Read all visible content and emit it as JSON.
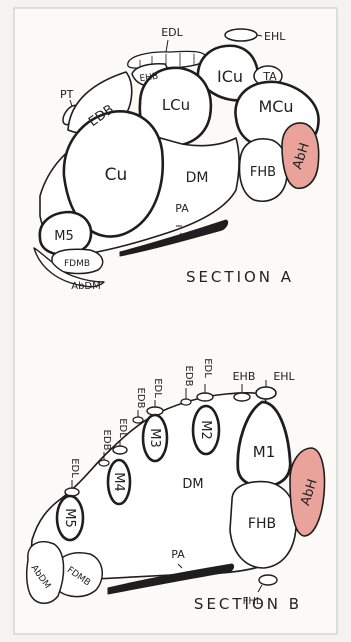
{
  "colors": {
    "page": "#f4f3ef",
    "panel": "#fbfaf6",
    "ink": "#1e1e1e",
    "highlight": "#e9a39a",
    "border": "#bfbfbf"
  },
  "section_a": {
    "caption": "SECTION A",
    "labels": {
      "edl": "EDL",
      "ehl": "EHL",
      "pt": "PT",
      "edb": "EDB",
      "ehb": "EHB",
      "icu": "ICu",
      "ta": "TA",
      "lcu": "LCu",
      "mcu": "MCu",
      "cu": "Cu",
      "dm": "DM",
      "fhb": "FHB",
      "abh": "AbH",
      "pa": "PA",
      "m5": "M5",
      "fdmb": "FDMB",
      "abdm": "AbDM"
    }
  },
  "section_b": {
    "caption": "SECTION B",
    "labels": {
      "ehb": "EHB",
      "ehl": "EHL",
      "edl_2": "EDL",
      "edb_2": "EDB",
      "m2": "M2",
      "edl_3": "EDL",
      "edb_3": "EDB",
      "m3": "M3",
      "edl_4": "EDL",
      "edb_4": "EDB",
      "m4": "M4",
      "edl_5": "EDL",
      "m5": "M5",
      "m1": "M1",
      "abh": "AbH",
      "dm": "DM",
      "fhb": "FHB",
      "fhl": "FHL",
      "pa": "PA",
      "fdmb": "FDMB",
      "abdm": "AbDM"
    }
  }
}
